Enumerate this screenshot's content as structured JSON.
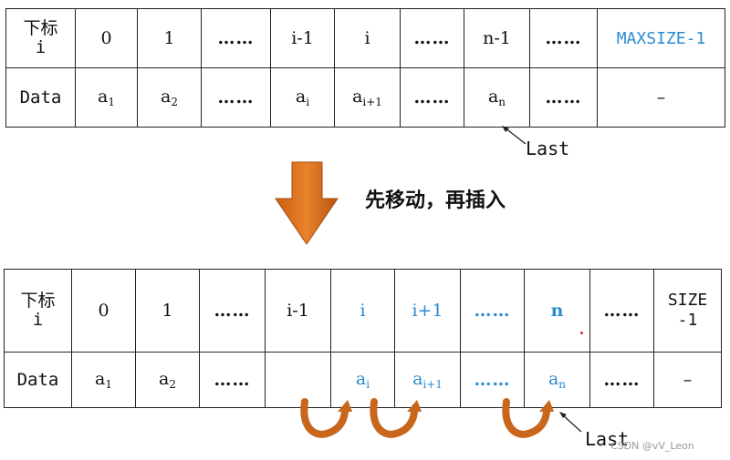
{
  "top_table": {
    "row1_header": "下标\ni",
    "row2_header": "Data",
    "row1": [
      "0",
      "1",
      "……",
      "i-1",
      "i",
      "……",
      "n-1",
      "……",
      "MAXSIZE-1"
    ],
    "row2_base": [
      "a",
      "a",
      "……",
      "a",
      "a",
      "……",
      "a",
      "……",
      "–"
    ],
    "row2_sub": [
      "1",
      "2",
      "",
      "i",
      "i+1",
      "",
      "n",
      "",
      ""
    ]
  },
  "top_last_label": "Last",
  "message": "先移动，再插入",
  "bottom_table": {
    "row1_header": "下标\ni",
    "row2_header": "Data",
    "row1": [
      "0",
      "1",
      "……",
      "i-1",
      "i",
      "i+1",
      "……",
      "n",
      "……",
      "SIZE\n-1"
    ],
    "row2_base": [
      "a",
      "a",
      "……",
      "",
      "a",
      "a",
      "……",
      "a",
      "……",
      "–"
    ],
    "row2_sub": [
      "1",
      "2",
      "",
      "",
      "i",
      "i+1",
      "",
      "n",
      "",
      ""
    ]
  },
  "bottom_last_label": "Last",
  "watermark": "CSDN @vV_Leon",
  "colors": {
    "blue": "#2a8bd1",
    "arrow": "#d9721f",
    "arrow_dark": "#b55a12"
  }
}
